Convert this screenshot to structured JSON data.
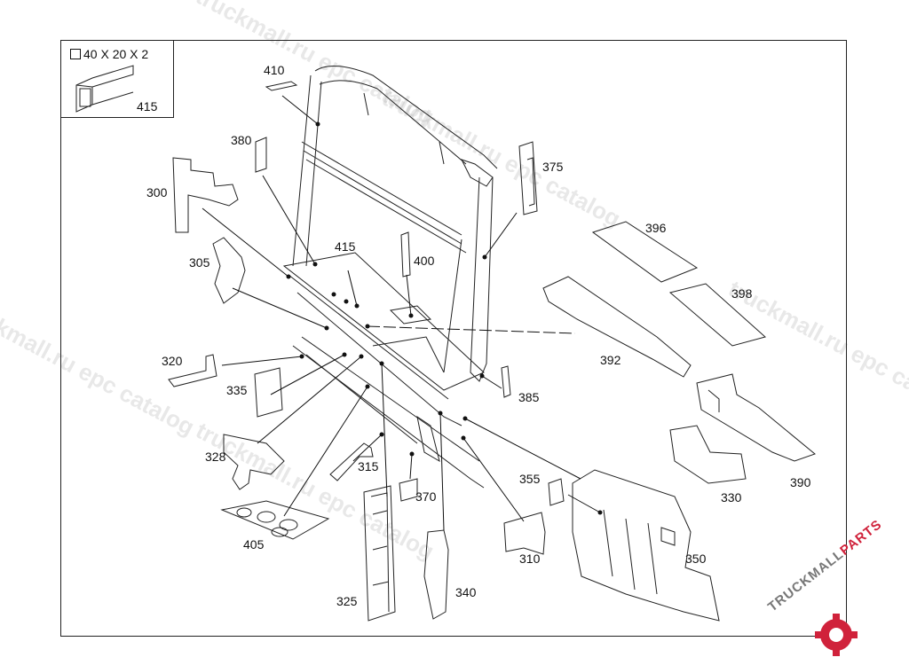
{
  "inset": {
    "spec": "40 X 20 X 2",
    "label": "415"
  },
  "labels": {
    "410": "410",
    "380": "380",
    "300": "300",
    "415": "415",
    "400": "400",
    "375": "375",
    "305": "305",
    "396": "396",
    "398": "398",
    "392": "392",
    "320": "320",
    "335": "335",
    "385": "385",
    "328": "328",
    "315": "315",
    "370": "370",
    "355": "355",
    "330": "330",
    "390": "390",
    "405": "405",
    "310": "310",
    "350": "350",
    "325": "325",
    "340": "340"
  },
  "watermarks": [
    "truckmall.ru epc catalog",
    "truckmall.ru epc catalog",
    "truckmall.ru epc catalog",
    "truckmall.ru epc catalog",
    "truckmall.ru epc catalog"
  ],
  "logo": {
    "part1": "TRUCKMALL",
    "part2": "PARTS",
    "color": "#d0223b"
  }
}
